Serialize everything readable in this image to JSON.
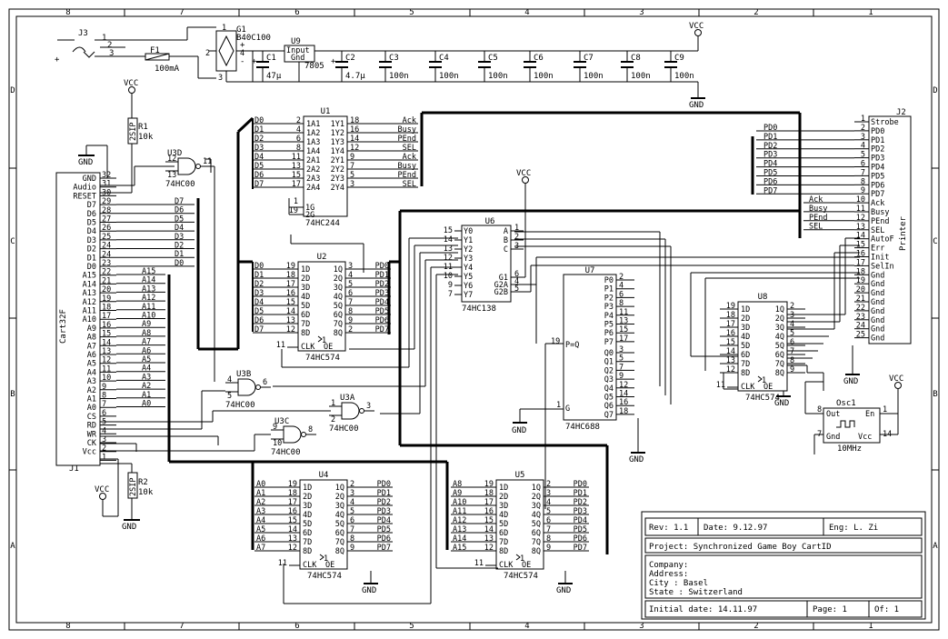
{
  "frame": {
    "cols": [
      "8",
      "7",
      "6",
      "5",
      "4",
      "3",
      "2",
      "1"
    ],
    "rows": [
      "D",
      "C",
      "B",
      "A"
    ]
  },
  "power": {
    "j3": "J3",
    "g1": "G1",
    "g1_part": "B40C100",
    "f1": "F1",
    "f1_value": "100mA",
    "u9": "U9",
    "u9_part": "7805",
    "u9_in": "Input",
    "u9_gnd": "Gnd",
    "caps": [
      {
        "ref": "C1",
        "val": "47µ"
      },
      {
        "ref": "C2",
        "val": "4.7µ"
      },
      {
        "ref": "C3",
        "val": "100n"
      },
      {
        "ref": "C4",
        "val": "100n"
      },
      {
        "ref": "C5",
        "val": "100n"
      },
      {
        "ref": "C6",
        "val": "100n"
      },
      {
        "ref": "C7",
        "val": "100n"
      },
      {
        "ref": "C8",
        "val": "100n"
      },
      {
        "ref": "C9",
        "val": "100n"
      }
    ],
    "vcc": "VCC",
    "gnd": "GND"
  },
  "j1": {
    "ref": "J1",
    "part": "Cart32F",
    "pins": [
      {
        "name": "GND",
        "num": "32"
      },
      {
        "name": "Audio",
        "num": "31"
      },
      {
        "name": "RESET",
        "num": "30"
      },
      {
        "name": "D7",
        "num": "29"
      },
      {
        "name": "D6",
        "num": "28"
      },
      {
        "name": "D5",
        "num": "27"
      },
      {
        "name": "D4",
        "num": "26"
      },
      {
        "name": "D3",
        "num": "25"
      },
      {
        "name": "D2",
        "num": "24"
      },
      {
        "name": "D1",
        "num": "24"
      },
      {
        "name": "D0",
        "num": "23"
      },
      {
        "name": "A15",
        "num": "22"
      },
      {
        "name": "A14",
        "num": "21"
      },
      {
        "name": "A13",
        "num": "20"
      },
      {
        "name": "A12",
        "num": "19"
      },
      {
        "name": "A11",
        "num": "18"
      },
      {
        "name": "A10",
        "num": "17"
      },
      {
        "name": "A9",
        "num": "16"
      },
      {
        "name": "A8",
        "num": "15"
      },
      {
        "name": "A7",
        "num": "14"
      },
      {
        "name": "A6",
        "num": "13"
      },
      {
        "name": "A5",
        "num": "12"
      },
      {
        "name": "A4",
        "num": "11"
      },
      {
        "name": "A3",
        "num": "10"
      },
      {
        "name": "A2",
        "num": "9"
      },
      {
        "name": "A1",
        "num": "8"
      },
      {
        "name": "A0",
        "num": "7"
      },
      {
        "name": "CS",
        "num": "6"
      },
      {
        "name": "RD",
        "num": "5"
      },
      {
        "name": "WR",
        "num": "4"
      },
      {
        "name": "CK",
        "num": "3"
      },
      {
        "name": "Vcc",
        "num": "2"
      },
      {
        "name": "",
        "num": "1"
      }
    ],
    "bus_data": [
      "D7",
      "D6",
      "D5",
      "D4",
      "D3",
      "D2",
      "D1",
      "D0"
    ],
    "bus_addr": [
      "A15",
      "A14",
      "A13",
      "A12",
      "A11",
      "A10",
      "A9",
      "A8",
      "A7",
      "A6",
      "A5",
      "A4",
      "A3",
      "A2",
      "A1",
      "A0"
    ]
  },
  "r1": {
    "ref": "R1",
    "val": "10k",
    "code": "2SIP"
  },
  "r2": {
    "ref": "R2",
    "val": "10k",
    "code": "2SIP"
  },
  "u1": {
    "ref": "U1",
    "part": "74HC244",
    "left": [
      {
        "net": "D0",
        "num": "2",
        "pin": "1A1"
      },
      {
        "net": "D1",
        "num": "4",
        "pin": "1A2"
      },
      {
        "net": "D2",
        "num": "6",
        "pin": "1A3"
      },
      {
        "net": "D3",
        "num": "8",
        "pin": "1A4"
      },
      {
        "net": "D4",
        "num": "11",
        "pin": "2A1"
      },
      {
        "net": "D5",
        "num": "13",
        "pin": "2A2"
      },
      {
        "net": "D6",
        "num": "15",
        "pin": "2A3"
      },
      {
        "net": "D7",
        "num": "17",
        "pin": "2A4"
      }
    ],
    "right": [
      {
        "pin": "1Y1",
        "num": "18",
        "net": "Ack"
      },
      {
        "pin": "1Y2",
        "num": "16",
        "net": "Busy"
      },
      {
        "pin": "1Y3",
        "num": "14",
        "net": "PEnd"
      },
      {
        "pin": "1Y4",
        "num": "12",
        "net": "SEL"
      },
      {
        "pin": "2Y1",
        "num": "9",
        "net": "Ack"
      },
      {
        "pin": "2Y2",
        "num": "7",
        "net": "Busy"
      },
      {
        "pin": "2Y3",
        "num": "5",
        "net": "PEnd"
      },
      {
        "pin": "2Y4",
        "num": "3",
        "net": "SEL"
      }
    ],
    "g1": "1G",
    "g2": "2G",
    "g1n": "1",
    "g2n": "19"
  },
  "u2": {
    "ref": "U2",
    "part": "74HC574",
    "left": [
      {
        "net": "D0",
        "num": "19",
        "pin": "1D"
      },
      {
        "net": "D1",
        "num": "18",
        "pin": "2D"
      },
      {
        "net": "D2",
        "num": "17",
        "pin": "3D"
      },
      {
        "net": "D3",
        "num": "16",
        "pin": "4D"
      },
      {
        "net": "D4",
        "num": "15",
        "pin": "5D"
      },
      {
        "net": "D5",
        "num": "14",
        "pin": "6D"
      },
      {
        "net": "D6",
        "num": "13",
        "pin": "7D"
      },
      {
        "net": "D7",
        "num": "12",
        "pin": "8D"
      }
    ],
    "right": [
      {
        "pin": "1Q",
        "num": "3",
        "net": "PD0"
      },
      {
        "pin": "2Q",
        "num": "4",
        "net": "PD1"
      },
      {
        "pin": "3Q",
        "num": "5",
        "net": "PD2"
      },
      {
        "pin": "4Q",
        "num": "6",
        "net": "PD3"
      },
      {
        "pin": "5Q",
        "num": "7",
        "net": "PD4"
      },
      {
        "pin": "6Q",
        "num": "8",
        "net": "PD5"
      },
      {
        "pin": "7Q",
        "num": "9",
        "net": "PD6"
      },
      {
        "pin": "8Q",
        "num": "2",
        "net": "PD7"
      }
    ],
    "clk": "CLK",
    "oe": "OE",
    "clkn": "11",
    "oen": "1"
  },
  "u4": {
    "ref": "U4",
    "part": "74HC574",
    "left": [
      {
        "net": "A0",
        "num": "19",
        "pin": "1D"
      },
      {
        "net": "A1",
        "num": "18",
        "pin": "2D"
      },
      {
        "net": "A2",
        "num": "17",
        "pin": "3D"
      },
      {
        "net": "A3",
        "num": "16",
        "pin": "4D"
      },
      {
        "net": "A4",
        "num": "15",
        "pin": "5D"
      },
      {
        "net": "A5",
        "num": "14",
        "pin": "6D"
      },
      {
        "net": "A6",
        "num": "13",
        "pin": "7D"
      },
      {
        "net": "A7",
        "num": "12",
        "pin": "8D"
      }
    ],
    "right": [
      {
        "pin": "1Q",
        "num": "2",
        "net": "PD0"
      },
      {
        "pin": "2Q",
        "num": "3",
        "net": "PD1"
      },
      {
        "pin": "3Q",
        "num": "4",
        "net": "PD2"
      },
      {
        "pin": "4Q",
        "num": "5",
        "net": "PD3"
      },
      {
        "pin": "5Q",
        "num": "6",
        "net": "PD4"
      },
      {
        "pin": "6Q",
        "num": "7",
        "net": "PD5"
      },
      {
        "pin": "7Q",
        "num": "8",
        "net": "PD6"
      },
      {
        "pin": "8Q",
        "num": "9",
        "net": "PD7"
      }
    ],
    "clk": "CLK",
    "oe": "OE",
    "clkn": "11",
    "oen": "1"
  },
  "u5": {
    "ref": "U5",
    "part": "74HC574",
    "left": [
      {
        "net": "A8",
        "num": "19",
        "pin": "1D"
      },
      {
        "net": "A9",
        "num": "18",
        "pin": "2D"
      },
      {
        "net": "A10",
        "num": "17",
        "pin": "3D"
      },
      {
        "net": "A11",
        "num": "16",
        "pin": "4D"
      },
      {
        "net": "A12",
        "num": "15",
        "pin": "5D"
      },
      {
        "net": "A13",
        "num": "14",
        "pin": "6D"
      },
      {
        "net": "A14",
        "num": "13",
        "pin": "7D"
      },
      {
        "net": "A15",
        "num": "12",
        "pin": "8D"
      }
    ],
    "right": [
      {
        "pin": "1Q",
        "num": "2",
        "net": "PD0"
      },
      {
        "pin": "2Q",
        "num": "3",
        "net": "PD1"
      },
      {
        "pin": "3Q",
        "num": "4",
        "net": "PD2"
      },
      {
        "pin": "4Q",
        "num": "5",
        "net": "PD3"
      },
      {
        "pin": "5Q",
        "num": "6",
        "net": "PD4"
      },
      {
        "pin": "6Q",
        "num": "7",
        "net": "PD5"
      },
      {
        "pin": "7Q",
        "num": "8",
        "net": "PD6"
      },
      {
        "pin": "8Q",
        "num": "9",
        "net": "PD7"
      }
    ],
    "clk": "CLK",
    "oe": "OE",
    "clkn": "11",
    "oen": "1"
  },
  "u6": {
    "ref": "U6",
    "part": "74HC138",
    "left": [
      {
        "num": "15",
        "pin": "Y0"
      },
      {
        "num": "14",
        "pin": "Y1"
      },
      {
        "num": "13",
        "pin": "Y2"
      },
      {
        "num": "12",
        "pin": "Y3"
      },
      {
        "num": "11",
        "pin": "Y4"
      },
      {
        "num": "10",
        "pin": "Y5"
      },
      {
        "num": "9",
        "pin": "Y6"
      },
      {
        "num": "7",
        "pin": "Y7"
      }
    ],
    "right": [
      {
        "pin": "A",
        "num": "1"
      },
      {
        "pin": "B",
        "num": "2"
      },
      {
        "pin": "C",
        "num": "3"
      },
      {
        "pin": "G1",
        "num": "6"
      },
      {
        "pin": "G2A",
        "num": "4"
      },
      {
        "pin": "G2B",
        "num": "5"
      }
    ]
  },
  "u7": {
    "ref": "U7",
    "part": "74HC688",
    "p": [
      {
        "pin": "P0",
        "num": "2"
      },
      {
        "pin": "P1",
        "num": "4"
      },
      {
        "pin": "P2",
        "num": "6"
      },
      {
        "pin": "P3",
        "num": "8"
      },
      {
        "pin": "P4",
        "num": "11"
      },
      {
        "pin": "P5",
        "num": "13"
      },
      {
        "pin": "P6",
        "num": "15"
      },
      {
        "pin": "P7",
        "num": "17"
      }
    ],
    "q": [
      {
        "pin": "Q0",
        "num": "3"
      },
      {
        "pin": "Q1",
        "num": "5"
      },
      {
        "pin": "Q2",
        "num": "7"
      },
      {
        "pin": "Q3",
        "num": "9"
      },
      {
        "pin": "Q4",
        "num": "12"
      },
      {
        "pin": "Q5",
        "num": "14"
      },
      {
        "pin": "Q6",
        "num": "16"
      },
      {
        "pin": "Q7",
        "num": "18"
      }
    ],
    "eq": "P=Q",
    "eqn": "19",
    "g": "G",
    "gn": "1"
  },
  "u8": {
    "ref": "U8",
    "part": "74HC574",
    "left": [
      {
        "num": "19",
        "pin": "1D"
      },
      {
        "num": "18",
        "pin": "2D"
      },
      {
        "num": "17",
        "pin": "3D"
      },
      {
        "num": "16",
        "pin": "4D"
      },
      {
        "num": "15",
        "pin": "5D"
      },
      {
        "num": "14",
        "pin": "6D"
      },
      {
        "num": "13",
        "pin": "7D"
      },
      {
        "num": "12",
        "pin": "8D"
      }
    ],
    "right": [
      {
        "pin": "1Q",
        "num": "2"
      },
      {
        "pin": "2Q",
        "num": "3"
      },
      {
        "pin": "3Q",
        "num": "4"
      },
      {
        "pin": "4Q",
        "num": "5"
      },
      {
        "pin": "5Q",
        "num": "6"
      },
      {
        "pin": "6Q",
        "num": "7"
      },
      {
        "pin": "7Q",
        "num": "8"
      },
      {
        "pin": "8Q",
        "num": "9"
      }
    ],
    "clk": "CLK",
    "oe": "OE",
    "clkn": "11",
    "oen": "1"
  },
  "u3": {
    "part": "74HC00",
    "a": {
      "ref": "U3A",
      "in1": "1",
      "in2": "2",
      "out": "3"
    },
    "b": {
      "ref": "U3B",
      "in1": "4",
      "in2": "5",
      "out": "6"
    },
    "c": {
      "ref": "U3C",
      "in1": "9",
      "in2": "10",
      "out": "8"
    },
    "d": {
      "ref": "U3D",
      "in1": "12",
      "in2": "13",
      "out": "11"
    }
  },
  "osc1": {
    "ref": "Osc1",
    "val": "10MHz",
    "out": "Out",
    "en": "En",
    "gnd": "Gnd",
    "vcc": "Vcc",
    "n8": "8",
    "n1": "1",
    "n7": "7",
    "n14": "14"
  },
  "j2": {
    "ref": "J2",
    "side": "Printer",
    "pins": [
      {
        "num": "1",
        "name": "Strobe"
      },
      {
        "num": "2",
        "name": "PD0"
      },
      {
        "num": "3",
        "name": "PD1"
      },
      {
        "num": "4",
        "name": "PD2"
      },
      {
        "num": "5",
        "name": "PD3"
      },
      {
        "num": "6",
        "name": "PD4"
      },
      {
        "num": "7",
        "name": "PD5"
      },
      {
        "num": "8",
        "name": "PD6"
      },
      {
        "num": "9",
        "name": "PD7"
      },
      {
        "num": "10",
        "name": "Ack"
      },
      {
        "num": "11",
        "name": "Busy"
      },
      {
        "num": "12",
        "name": "PEnd"
      },
      {
        "num": "13",
        "name": "SEL"
      },
      {
        "num": "14",
        "name": "AutoF"
      },
      {
        "num": "15",
        "name": "Err"
      },
      {
        "num": "16",
        "name": "Init"
      },
      {
        "num": "17",
        "name": "SelIn"
      },
      {
        "num": "18",
        "name": "Gnd"
      },
      {
        "num": "19",
        "name": "Gnd"
      },
      {
        "num": "20",
        "name": "Gnd"
      },
      {
        "num": "21",
        "name": "Gnd"
      },
      {
        "num": "22",
        "name": "Gnd"
      },
      {
        "num": "23",
        "name": "Gnd"
      },
      {
        "num": "24",
        "name": "Gnd"
      },
      {
        "num": "25",
        "name": "Gnd"
      }
    ],
    "left_nets": [
      "PD0",
      "PD1",
      "PD2",
      "PD3",
      "PD4",
      "PD5",
      "PD6",
      "PD7"
    ],
    "status_nets": [
      "Ack",
      "Busy",
      "PEnd",
      "SEL"
    ]
  },
  "titleblock": {
    "rev": "Rev: 1.1",
    "date": "Date: 9.12.97",
    "eng": "Eng: L. Zi",
    "project": "Project: Synchronized Game Boy CartID",
    "company": "Company:",
    "address": "Address:",
    "city": "City    : Basel",
    "state": "State   : Switzerland",
    "initial": "Initial date: 14.11.97",
    "page": "Page: 1",
    "of": "Of: 1"
  }
}
